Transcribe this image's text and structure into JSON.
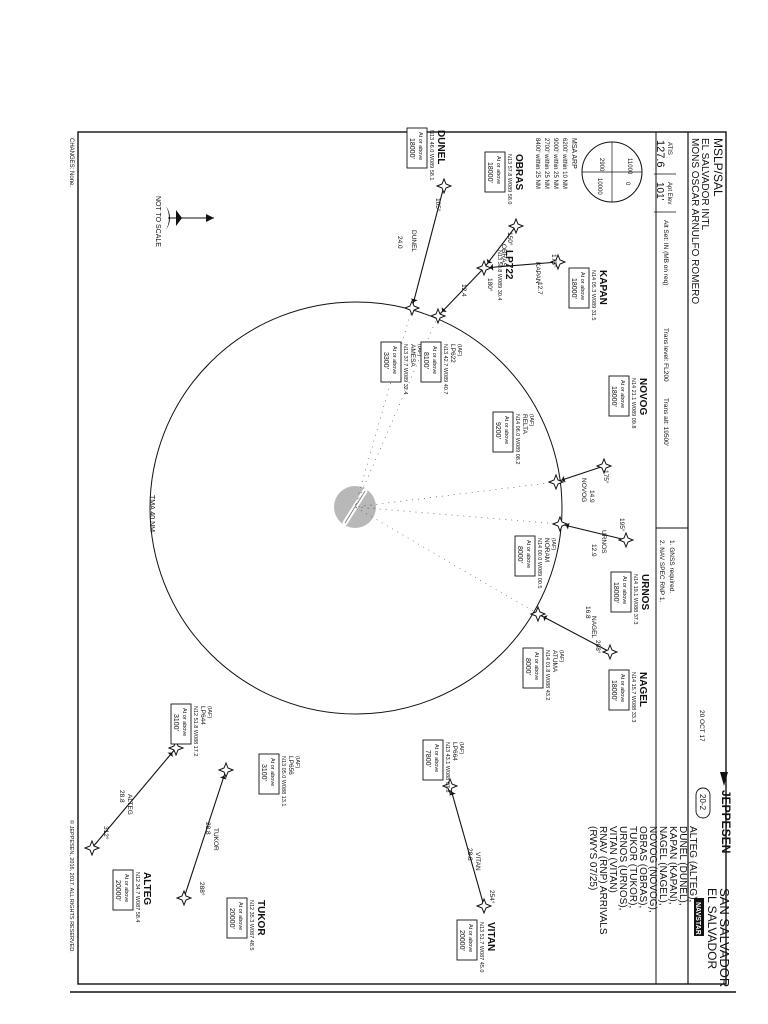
{
  "header": {
    "airport_code": "MSLP/SAL",
    "airport_name": "EL SALVADOR INTL",
    "airport_name2": "MONS OSCAR ARNULFO ROMERO",
    "city": "SAN SALVADOR",
    "country": "EL SALVADOR",
    "brand": "JEPPESEN",
    "brand_tag": "NAVSTAR",
    "date": "20 OCT 17",
    "chart_index": "20-2",
    "atis_label": "ATIS",
    "atis_freq": "127.6",
    "elev_label": "Apt Elev",
    "elev": "101'",
    "alt_set": "Alt Set: IN (MB on req)",
    "trans_level": "Trans level: FL200",
    "trans_alt": "Trans alt: 19500'",
    "note1": "1. GNSS required.",
    "note2": "2. NAV SPEC RNP 1."
  },
  "title_list": [
    "ALTEG (ALTEG),",
    "DUNEL (DUNEL),",
    "KAPAN (KAPAN),",
    "NAGEL (NAGEL),",
    "NOVOG (NOVOG),",
    "OBRAS (OBRAS),",
    "TUKOR (TUKOR),",
    "URNOS (URNOS),",
    "VITAN (VITAN)",
    "RNAV (RNP) ARRIVALS",
    "(RWYS 07/25)"
  ],
  "msa": {
    "title": "MSA ARP",
    "rows": [
      "6200' within 10 NM",
      "9000' within 25 NM",
      "2700' within 25 NM",
      "8400' within 25 NM"
    ],
    "labels": [
      "11000",
      "0",
      "10000",
      "2900"
    ]
  },
  "circle_label": "TMA 40 NM",
  "not_to_scale": "NOT TO SCALE",
  "changes": "CHANGES: None.",
  "copyright": "© JEPPESEN, 2016, 2017. ALL RIGHTS RESERVED.",
  "fixes": {
    "DUNEL": {
      "name": "DUNEL",
      "coord": "N13 46.0 W089 58.1",
      "alt": "At or above",
      "alt2": "18000'"
    },
    "OBRAS": {
      "name": "OBRAS",
      "coord": "N13 57.8 W089 58.0",
      "alt": "At or above",
      "alt2": "18000'"
    },
    "KAPAN": {
      "name": "KAPAN",
      "coord": "N14 05.3 W089 31.5",
      "alt": "At or above",
      "alt2": "18000'"
    },
    "NOVOG": {
      "name": "NOVOG",
      "coord": "N14 21.1 W089 09.8",
      "alt": "At or above",
      "alt2": "18000'"
    },
    "URNOS": {
      "name": "URNOS",
      "coord": "N14 19.1 W088 37.3",
      "alt": "At or above",
      "alt2": "18000'"
    },
    "NAGEL": {
      "name": "NAGEL",
      "coord": "N14 15.7 W088 33.3",
      "alt": "At or above",
      "alt2": "18000'"
    },
    "VITAN": {
      "name": "VITAN",
      "coord": "N13 51.7 W087 45.0",
      "alt": "At or above",
      "alt2": "20000'"
    },
    "TUKOR": {
      "name": "TUKOR",
      "coord": "N12 35.3 W087 48.5",
      "alt": "At or above",
      "alt2": "20000'"
    },
    "ALTEG": {
      "name": "ALTEG",
      "coord": "N12 34.7 W087 58.4",
      "alt": "At or above",
      "alt2": "20000'"
    },
    "AMESA": {
      "name": "AMESA",
      "tag": "(IAF)",
      "coord": "N13 37.7 W089 32.4",
      "alt": "At or above",
      "alt2": "3300'"
    },
    "LP622": {
      "name": "LP622",
      "tag": "(IAF)",
      "coord": "N13 42.7 W089 40.7",
      "alt": "At or above",
      "alt2": "8100'"
    },
    "LP722": {
      "name": "LP722",
      "coord": "N13 50.8 W089 30.4"
    },
    "RELTA": {
      "name": "RELTA",
      "tag": "(IAF)",
      "coord": "N14 06.0 W089 08.2",
      "alt": "At or above",
      "alt2": "9200'"
    },
    "NORAM": {
      "name": "NORAM",
      "tag": "(IAF)",
      "coord": "N14 00.0 W089 00.5",
      "alt": "At or above",
      "alt2": "8000'"
    },
    "ATUMA": {
      "name": "ATUMA",
      "tag": "(IAF)",
      "coord": "N14 01.8 W088 43.2",
      "alt": "At or above",
      "alt2": "8000'"
    },
    "LP664": {
      "name": "LP664",
      "tag": "(IAF)",
      "coord": "N13 43.1 W088 07.8",
      "alt": "At or above",
      "alt2": "7800'"
    },
    "LP656": {
      "name": "LP656",
      "tag": "(IAF)",
      "coord": "N13 05.0 W088 13.1",
      "alt": "At or above",
      "alt2": "3100'"
    },
    "LP644": {
      "name": "LP644",
      "tag": "(IAF)",
      "coord": "N12 51.8 W088 17.2",
      "alt": "At or above",
      "alt2": "3100'"
    }
  },
  "route_labels": {
    "dunel_course": "105°",
    "dunel_route": "DUNEL",
    "dunel_dist": "24.0",
    "obras_course": "150°",
    "obras_route": "OBRAS",
    "obras_dist": "12.4",
    "kapan_course": "175°",
    "kapan_route": "KAPAN",
    "kapan_dist": "12.7",
    "lp722_course": "180°",
    "novog_course": "175°",
    "novog_route": "NOVOG",
    "novog_dist": "14.9",
    "urnos_course": "195°",
    "urnos_route": "URNOS",
    "urnos_dist": "12.9",
    "nagel_course": "208°",
    "nagel_route": "NAGEL",
    "nagel_dist": "16.8",
    "vitan_course": "254°",
    "vitan_route": "VITAN",
    "vitan_dist": "28.8",
    "tukor_course": "288°",
    "tukor_route": "TUKOR",
    "tukor_dist": "28.8",
    "alteg_course": "312°",
    "alteg_route": "ALTEG",
    "alteg_dist": "28.8"
  },
  "colors": {
    "ink": "#111111",
    "runway": "#b8b8b8"
  }
}
